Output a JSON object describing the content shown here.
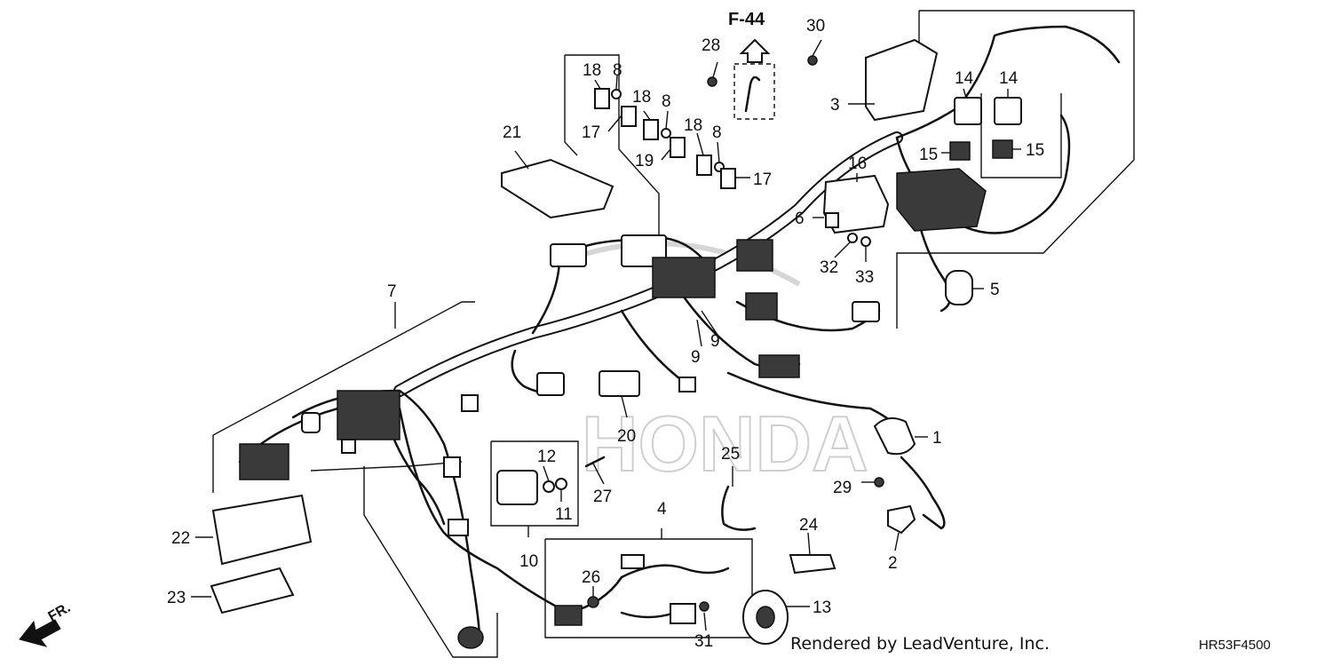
{
  "diagram": {
    "reference": "F-44",
    "credit": "Rendered by LeadVenture, Inc.",
    "diagram_code": "HR53F4500",
    "direction_label": "FR.",
    "callouts": [
      {
        "id": "c1",
        "label": "1"
      },
      {
        "id": "c2",
        "label": "2"
      },
      {
        "id": "c3",
        "label": "3"
      },
      {
        "id": "c4",
        "label": "4"
      },
      {
        "id": "c5",
        "label": "5"
      },
      {
        "id": "c6",
        "label": "6"
      },
      {
        "id": "c7",
        "label": "7"
      },
      {
        "id": "c8a",
        "label": "8"
      },
      {
        "id": "c8b",
        "label": "8"
      },
      {
        "id": "c8c",
        "label": "8"
      },
      {
        "id": "c9a",
        "label": "9"
      },
      {
        "id": "c9b",
        "label": "9"
      },
      {
        "id": "c10",
        "label": "10"
      },
      {
        "id": "c11",
        "label": "11"
      },
      {
        "id": "c12",
        "label": "12"
      },
      {
        "id": "c13",
        "label": "13"
      },
      {
        "id": "c14a",
        "label": "14"
      },
      {
        "id": "c14b",
        "label": "14"
      },
      {
        "id": "c15a",
        "label": "15"
      },
      {
        "id": "c15b",
        "label": "15"
      },
      {
        "id": "c16",
        "label": "16"
      },
      {
        "id": "c17a",
        "label": "17"
      },
      {
        "id": "c17b",
        "label": "17"
      },
      {
        "id": "c18a",
        "label": "18"
      },
      {
        "id": "c18b",
        "label": "18"
      },
      {
        "id": "c18c",
        "label": "18"
      },
      {
        "id": "c19",
        "label": "19"
      },
      {
        "id": "c20",
        "label": "20"
      },
      {
        "id": "c21",
        "label": "21"
      },
      {
        "id": "c22",
        "label": "22"
      },
      {
        "id": "c23",
        "label": "23"
      },
      {
        "id": "c24",
        "label": "24"
      },
      {
        "id": "c25",
        "label": "25"
      },
      {
        "id": "c26",
        "label": "26"
      },
      {
        "id": "c27",
        "label": "27"
      },
      {
        "id": "c28",
        "label": "28"
      },
      {
        "id": "c29",
        "label": "29"
      },
      {
        "id": "c30",
        "label": "30"
      },
      {
        "id": "c31",
        "label": "31"
      },
      {
        "id": "c32",
        "label": "32"
      },
      {
        "id": "c33",
        "label": "33"
      }
    ]
  }
}
